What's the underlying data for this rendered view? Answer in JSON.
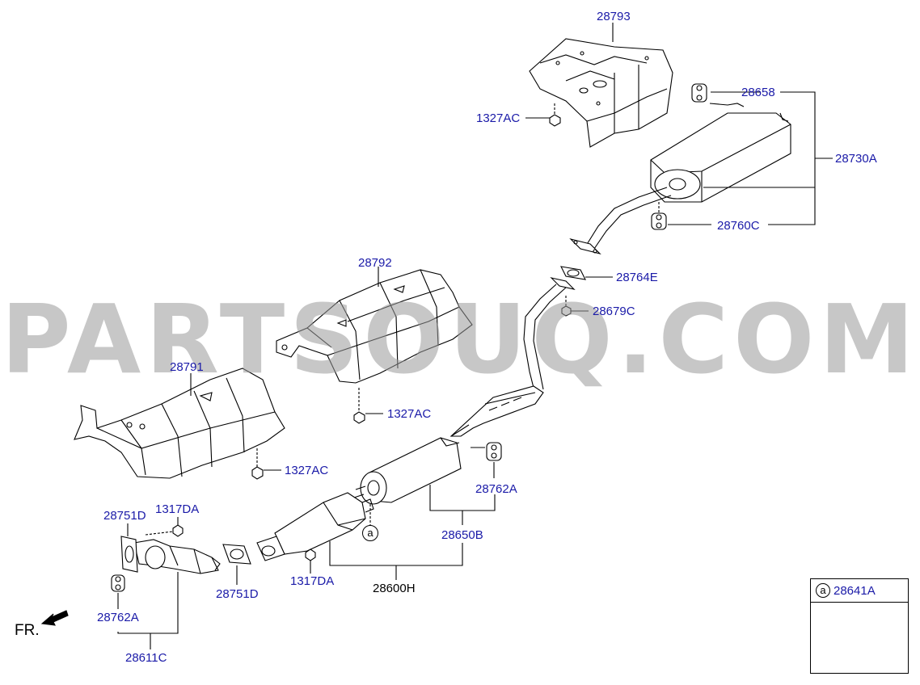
{
  "watermark": "PARTSOUQ.COM",
  "direction_label": "FR.",
  "labels": {
    "p28793": "28793",
    "p1327AC_top": "1327AC",
    "p28658": "28658",
    "p28730A": "28730A",
    "p28760C": "28760C",
    "p28764E": "28764E",
    "p28679C": "28679C",
    "p28792": "28792",
    "p1327AC_mid": "1327AC",
    "p28791": "28791",
    "p1327AC_low": "1327AC",
    "p28762A_right": "28762A",
    "p28650B": "28650B",
    "p28751D_left": "28751D",
    "p1317DA_top": "1317DA",
    "p28751D_bottom": "28751D",
    "p1317DA_bottom": "1317DA",
    "p28600H": "28600H",
    "p28762A_left": "28762A",
    "p28611C": "28611C",
    "ref_a": "a"
  },
  "inset": {
    "ref": "a",
    "label": "28641A"
  },
  "colors": {
    "part_number": "#1a1aa8",
    "assembly_label": "#000000",
    "watermark": "#9a9a9a",
    "line": "#000000"
  }
}
